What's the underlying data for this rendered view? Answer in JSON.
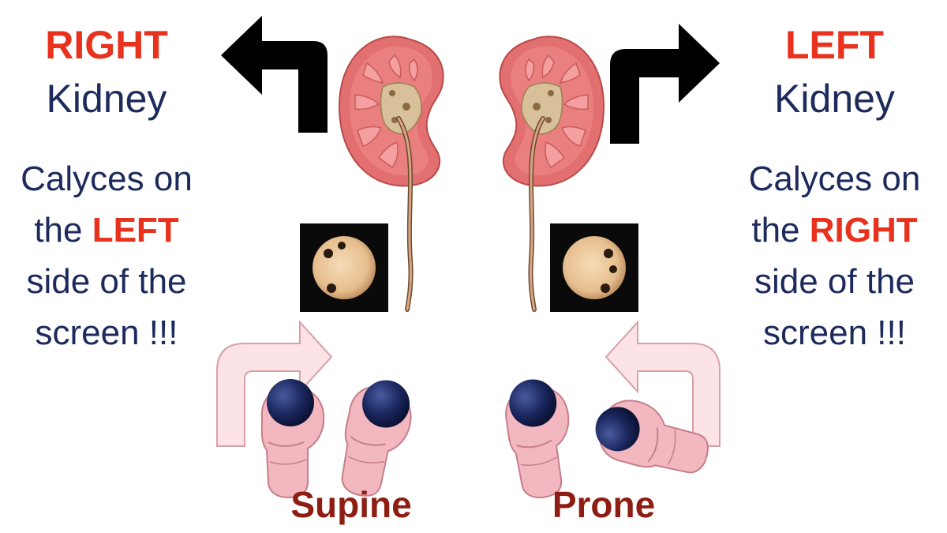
{
  "right_panel": {
    "side_word": "RIGHT",
    "organ_word": "Kidney",
    "line1": "Calyces on",
    "line2_prefix": "the ",
    "line2_highlight": "LEFT",
    "line3": "side of the",
    "line4": "screen !!!"
  },
  "left_panel": {
    "side_word": "LEFT",
    "organ_word": "Kidney",
    "line1": "Calyces on",
    "line2_prefix": "the ",
    "line2_highlight": "RIGHT",
    "line3": "side of the",
    "line4": "screen !!!"
  },
  "positions": {
    "supine": "Supine",
    "prone": "Prone"
  },
  "colors": {
    "accent": "#e8321e",
    "navy": "#1c2a5c",
    "position_label": "#8e1d13",
    "kidney": "#e37070",
    "pyramid": "#f08a8a",
    "pelvis": "#c9b08a",
    "curved_arrow_fill": "#fbe3e6",
    "curved_arrow_stroke": "#d8a0a8",
    "ball": "#1b2860"
  },
  "icons": {
    "direction_arrows": "black-curved-arrow-icon",
    "rotation_arrows": "pink-curved-arrow-icon",
    "ct_slices": "kidney-ct-slice-icon",
    "hands": "hand-holding-ball-icon"
  }
}
